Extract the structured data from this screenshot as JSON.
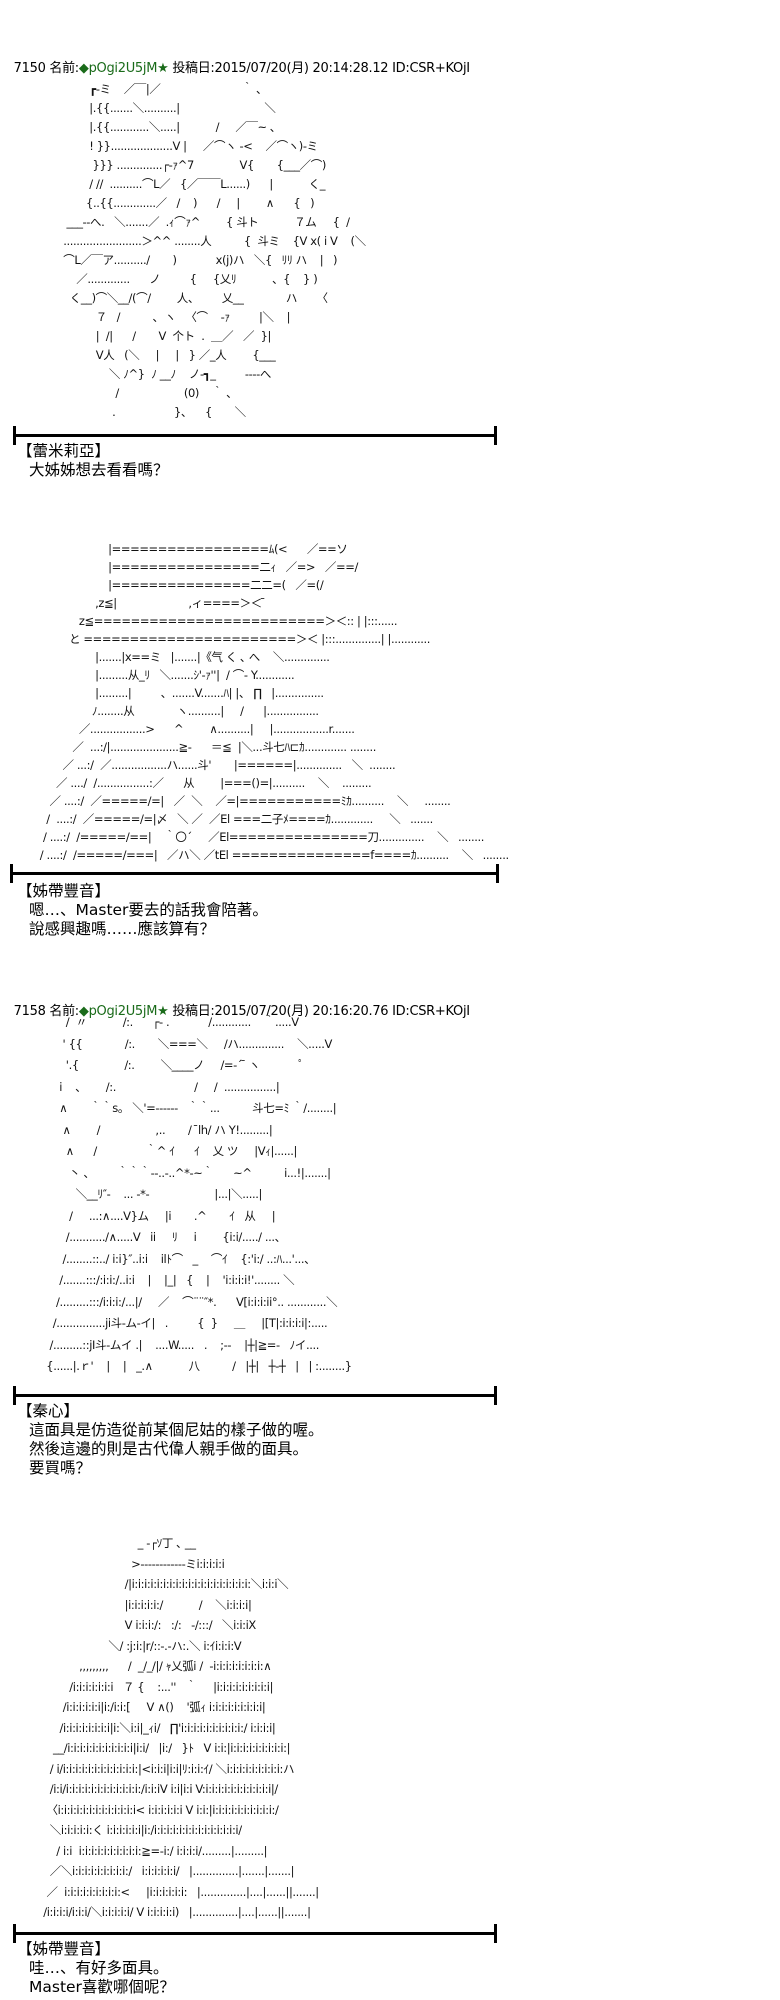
{
  "posts": [
    {
      "number": "7150",
      "name_label": "名前:",
      "trip": "◆pOgi2U5jM",
      "star": "★",
      "date_label": "投稿日:",
      "datetime": "2015/07/20(月) 20:14:28.12",
      "id": "ID:CSR+KOjI"
    },
    {
      "number": "7158",
      "name_label": "名前:",
      "trip": "◆pOgi2U5jM",
      "star": "★",
      "date_label": "投稿日:",
      "datetime": "2015/07/20(月) 20:16:20.76",
      "id": "ID:CSR+KOjI"
    }
  ],
  "art": [
    [
      "         ┏-ミ    ／￣|／                         ｀ ､",
      "         |.{{.......＼..........|                          ＼",
      "         |.{{............＼.....|           /     ／￣~ ､",
      "         ! }}...................V |     ／⌒ヽ ‐<    ／⌒ヽ)‐ミ",
      "          }}} ..............┌‐ｧ^7              V{       {___／⌒)",
      "         / //  ..........⌒L／   {／￣￣L......)      |           く_",
      "        {..{{.............／   /    )      /     |        ∧      {   )",
      "  ___‐-へ.   ＼.......／  .ｨ⌒ｧ^        { 斗ト           ７ム     {  /",
      " ........................＞^^ ........人          {  斗ミ    {V x( i V    (＼",
      " ⌒L／￣ア........../       )            x(j)ハ   ＼{   ﾘﾘ ハ    |   )",
      "     ／.............      ノ         {     {乂ﾘ           、{    } )",
      "   く__)⌒＼__/(⌒/        人、       乂__             ハ      〈",
      "           ７   /          ､  ヽ   〈⌒    ‐ｧ         |＼    |",
      "           |  /|      /       V  个ト  .  ＿／   ／  }|",
      "           V人   (＼     |     |   } ／_人        {___",
      "               ＼ ﾉ^}  ﾉ __ﾉ    ノ‐┓_         ‐‐‐‐へ",
      "                 /                    (0)    ｀ ､",
      "                .                  }、    {       ＼"
    ],
    [
      "                        |=================ﾑ(<      ／==ソ",
      "                        |================二ｨ   ／=>   ／==/",
      "                        |===============二二=(   ／=(/",
      "                    ,z≦|                      ,ィ====＞＜ ̄",
      "               z≦=========================＞＜:: | |:::......",
      "            と =======================＞＜ |:::..............| |............",
      "                    |.......|x==ミ   |.......|《气 く ､ へ    ＼..............",
      "                    |.........从_ﾘ   ＼.......ｼ'‐ｧ''|  / ⌒‐ Y............",
      "                    |.........|         、.......V.......ﾊ| |、 ∏   |...............",
      "                   ﾉ........从             ヽ..........|     /      |................",
      "               ／.................>      ^        ∧..........|     |.................r.......",
      "             ／  ...:/|.....................≧‐      ＝≦  |＼...斗七ﾊ⊏ｶ............. ........",
      "          ／ ...:/  ／.................ハ......斗'       |======|..............   ＼  ........",
      "        ／ ..../  /................:／      从        |===()=|..........    ＼    .........",
      "      ／ ....:/  ／=====/=|   ／  ＼    ／=|===========ﾐｶ..........    ＼     ........",
      "     /  ....:/  ／=====/=|〆   ＼ ／  ／El ===二子ﾒ====ｶ.............     ＼   .......",
      "    / ....:/  /=====/==|    ｀〇´     ／El===============刀..............    ＼   ........",
      "   / ....:/  /=====/===|   ／ハ＼ ／tEl ===============f====ｶ..........    ＼   ........"
    ],
    [
      "           /  〃           /:.      ┌‐ .            /............    ｀.....V",
      "          ' {{             /:.       ＼===＼     /ハ..............    ＼.....V",
      "           '.{              /:.        ＼____ノ     /=‐´ ̄ ヽ            ﾟ",
      "         i    、      /:.                        /     /  ................|",
      "         ∧       ｀｀s。 ＼'=‐‐‐‐‐‐   ｀｀...          斗七=ﾐ ｀/........|",
      "          ∧        /                 ,..       /  ̄lh/ ハ Y!.........|",
      "           ∧      /               ｀^ ｲ      ｲ    乂 ツ     |Vｨ|......|",
      "            丶 、       ｀｀｀‐‐..-..^*‐~｀      ~^          i...!|.......|",
      "              ＼__ﾘ″‐    ... ‐*‐                    |...|＼.....|",
      "            /     ...:∧....V}ム     |i       .^       ｲ   从     |",
      "           /.........../∧.....V   ii     ﾘ     i        {i:i/...../ ...、",
      "          /........::../ i:i}″..i:i    ilﾄ⌒   _    ⌒ｲ    {:'i:/ ..:ﾊ...'...、",
      "         /.......:::/:i:i:/..i:i    |    |_|   {    |    'i:i:i:i!'........ ＼",
      "        /.........:::/i:i:i:/...|/     ／    ⌒¨¨″*.      V[i:i:i:ii°.. ............＼",
      "       /...............ji斗‐ム‐イ|   .         {  }     ＿     |[T|:i:i:i:i|:.....",
      "      /.........::jI斗‐ムイ .|    ....W.....   .    ;‐‐    |┼|≧=‐   ﾉイ....",
      "     {......|.ｒ'    |    |   _.∧           八          /   |┼|   ┼‐┼   |   | :........}"
    ],
    [
      "                              _ ‐┌ｿ丁 ､ __",
      "                            >‐‐‐‐‐‐‐‐‐‐‐‐ミi:i:i:i:i",
      "                          /|i:i:i:i:i:i:i:i:i:i:i:i:i:i:i:i:i:i:i:＼i:i:i＼",
      "                          |i:i:i:i:i:/           /    ＼i:i:i:i|",
      "                          V i:i:i:/:   :/:   -/:::/   ＼i:i:iX",
      "                     ＼/ :j:i:|r/::‐.‐ハ:.＼ i:ｲi:i:i:V",
      "            ,,,,,,,,,      /  _/_/|/ ｬ乂弧i /  ‐i:i:i:i:i:i:i:i:∧",
      "         /i:i:i:i:i:i:i   ７ {    :...''   ｀     |i:i:i:i:i:i:i:i:i|",
      "       /i:i:i:i:i:i|i:/i:i:[     V ∧()    '弧ｨ i:i:i:i:i:i:i:i:i|",
      "      /i:i:i:i:i:i:i:i|i:＼i:i|_ｨi/   ∏'i:i:i:i:i:i:i:i:i:i:/ i:i:i:i|",
      "    __/i:i:i:i:i:i:i:i:i:i:i|i:i/   |i:/   }ﾄ   V i:i:|i:i:i:i:i:i:i:i:i:|",
      "   / i/i:i:i:i:i:i:i:i:i:i:i:i:|<i:i:i|i:i|ﾘ:i:i:ｲ/ ＼i:i:i:i:i:i:i:i:i:ハ",
      "   /i:i/i:i:i:i:i:i:i:i:i:i:i:i:/i:i:iV i:i|i:i V:i:i:i:i:i:i:i:i:i:i:i|/",
      "  〈i:i:i:i:i:i:i:i:i:i:i:i:i< i:i:i:i:i:i V i:i:|i:i:i:i:i:i:i:i:i:i:/",
      "   ＼i:i:i:i:i:く i:i:i:i:i:i|i:/i:i:i:i:i:i:i:i:i:i:i:i:i:i/",
      "     / i:i  i:i:i:i:i:i:i:i:i:i:≧=‐i:/ i:i:i:i/.........|.........|",
      "   ／＼i:i:i:i:i:i:i:i:i:/   i:i:i:i:i:i/   |..............|.......|.......|",
      "  ／  i:i:i:i:i:i:i:i:i:<     |i:i:i:i:i:i:   |..............|....|......||.......|",
      " /i:i:i:i/i:i:i/＼i:i:i:i:i/ V i:i:i:i:i)   |..............|....|......||.......|"
    ]
  ],
  "dialogs": [
    {
      "speaker": "【蕾米莉亞】",
      "lines": [
        "大姊姊想去看看嗎？"
      ]
    },
    {
      "speaker": "【姊帶豐音】",
      "lines": [
        "嗯…、Master要去的話我會陪著。",
        "說感興趣嗎……應該算有？"
      ]
    },
    {
      "speaker": "【秦心】",
      "lines": [
        "這面具是仿造從前某個尼姑的樣子做的喔。",
        "然後這邊的則是古代偉人親手做的面具。",
        "要買嗎？"
      ]
    },
    {
      "speaker": "【姊帶豐音】",
      "lines": [
        "哇…、有好多面具。",
        "Master喜歡哪個呢？"
      ]
    }
  ]
}
